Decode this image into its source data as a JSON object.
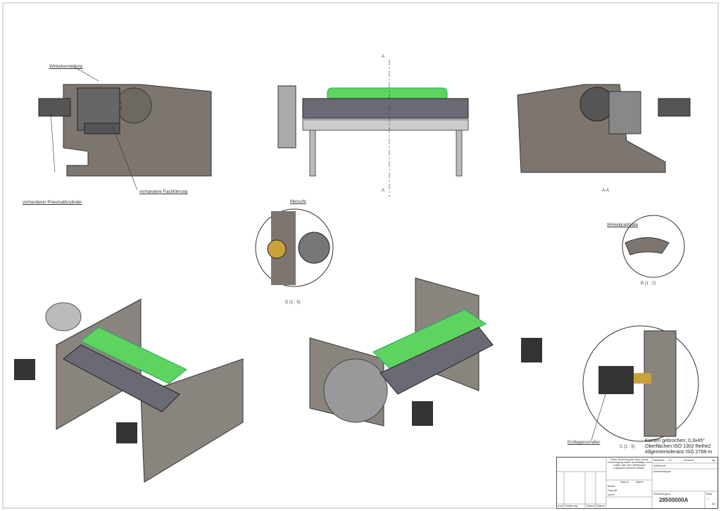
{
  "labels": {
    "winkelverstellung": "Winkelverstellung",
    "flachfuehrung": "vorhandene Flachführung",
    "pneumatik": "vorhandener Pneumatikzylinder",
    "section_a_top": "A",
    "section_a_bottom": "A",
    "section_view": "A-A",
    "messuhr": "Messuhr",
    "detail_d": "D (1 : 5)",
    "winkelskala": "Winkelgradskala",
    "detail_b": "B (1 : 2)",
    "endlage": "Endlagenschalter",
    "detail_c": "C (1 : 5)"
  },
  "notes": [
    "Kanten gebrochen: 0,3x45°",
    "Oberflächen ISO 1302 Reihe2",
    "Allgemeintoleranz ISO 2768-m"
  ],
  "title_block": {
    "scale_label": "Maßstab",
    "scale": "1:5",
    "weight_label": "Gewicht",
    "weight_unit": "kg",
    "material_label": "Werkstoff",
    "remarks_label": "Anmerkungen",
    "drawing_number_label": "Zeichnungsnr.",
    "drawing_number": "28500000A",
    "sheet_label": "Blatt",
    "sheet": "1",
    "format": "A3",
    "col_zust": "Zust.",
    "col_aend": "Änderung",
    "col_datum": "Datum",
    "col_name": "Name",
    "row_datum": "Datum",
    "row_name": "Name",
    "row_bearb": "Bearb.",
    "row_gepr": "Geprüft",
    "row_norm": "Norm",
    "copyright": "Diese Zeichnung darf ohne unsere Genehmigung weder vervielfältigt, noch Dritten oder dem Wettbewerb zugänglich gemacht werden."
  },
  "colors": {
    "roller": "#5fd35f",
    "steel": "#7d7670",
    "frame": "#8a847e",
    "brass": "#c9a23a"
  }
}
